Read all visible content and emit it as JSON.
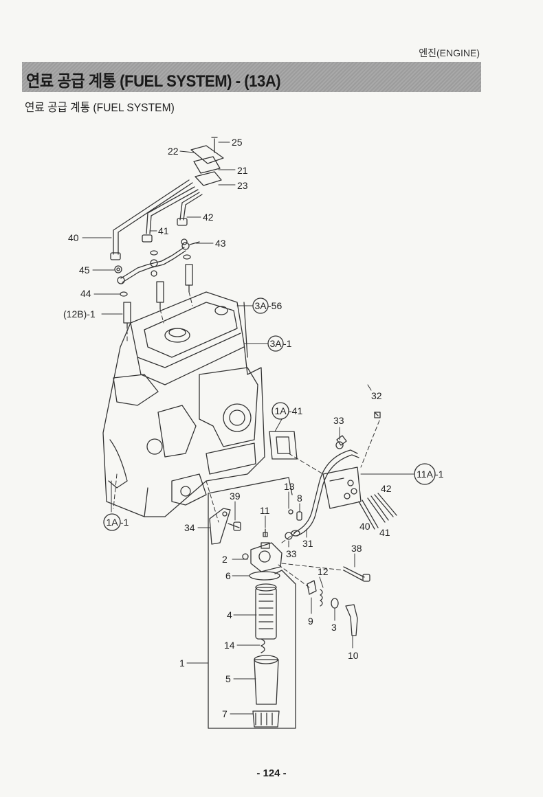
{
  "header": {
    "section_label": "엔진(ENGINE)",
    "title": "연료 공급 계통 (FUEL SYSTEM) - (13A)",
    "subtitle": "연료 공급 계통 (FUEL SYSTEM)"
  },
  "parts": {
    "p25": "25",
    "p22": "22",
    "p21": "21",
    "p23": "23",
    "p42a": "42",
    "p41a": "41",
    "p40a": "40",
    "p43": "43",
    "p45": "45",
    "p44": "44",
    "p12b": "(12B)-1",
    "p3a56_circle": "3A",
    "p3a56_suffix": "-56",
    "p3a1_circle": "3A",
    "p3a1_suffix": "-1",
    "p32": "32",
    "p1a41_circle": "1A",
    "p1a41_suffix": "-41",
    "p33a": "33",
    "p11a_circle": "11A",
    "p11a_suffix": "-1",
    "p42b": "42",
    "p40b": "40",
    "p41b": "41",
    "p1a1_circle": "1A",
    "p1a1_suffix": "-1",
    "p39": "39",
    "p34": "34",
    "p13": "13",
    "p8": "8",
    "p11": "11",
    "p31": "31",
    "p33b": "33",
    "p38": "38",
    "p2": "2",
    "p6": "6",
    "p12": "12",
    "p4": "4",
    "p9": "9",
    "p3": "3",
    "p10": "10",
    "p14": "14",
    "p1": "1",
    "p5": "5",
    "p7": "7"
  },
  "footer": {
    "page_number": "- 124 -"
  }
}
